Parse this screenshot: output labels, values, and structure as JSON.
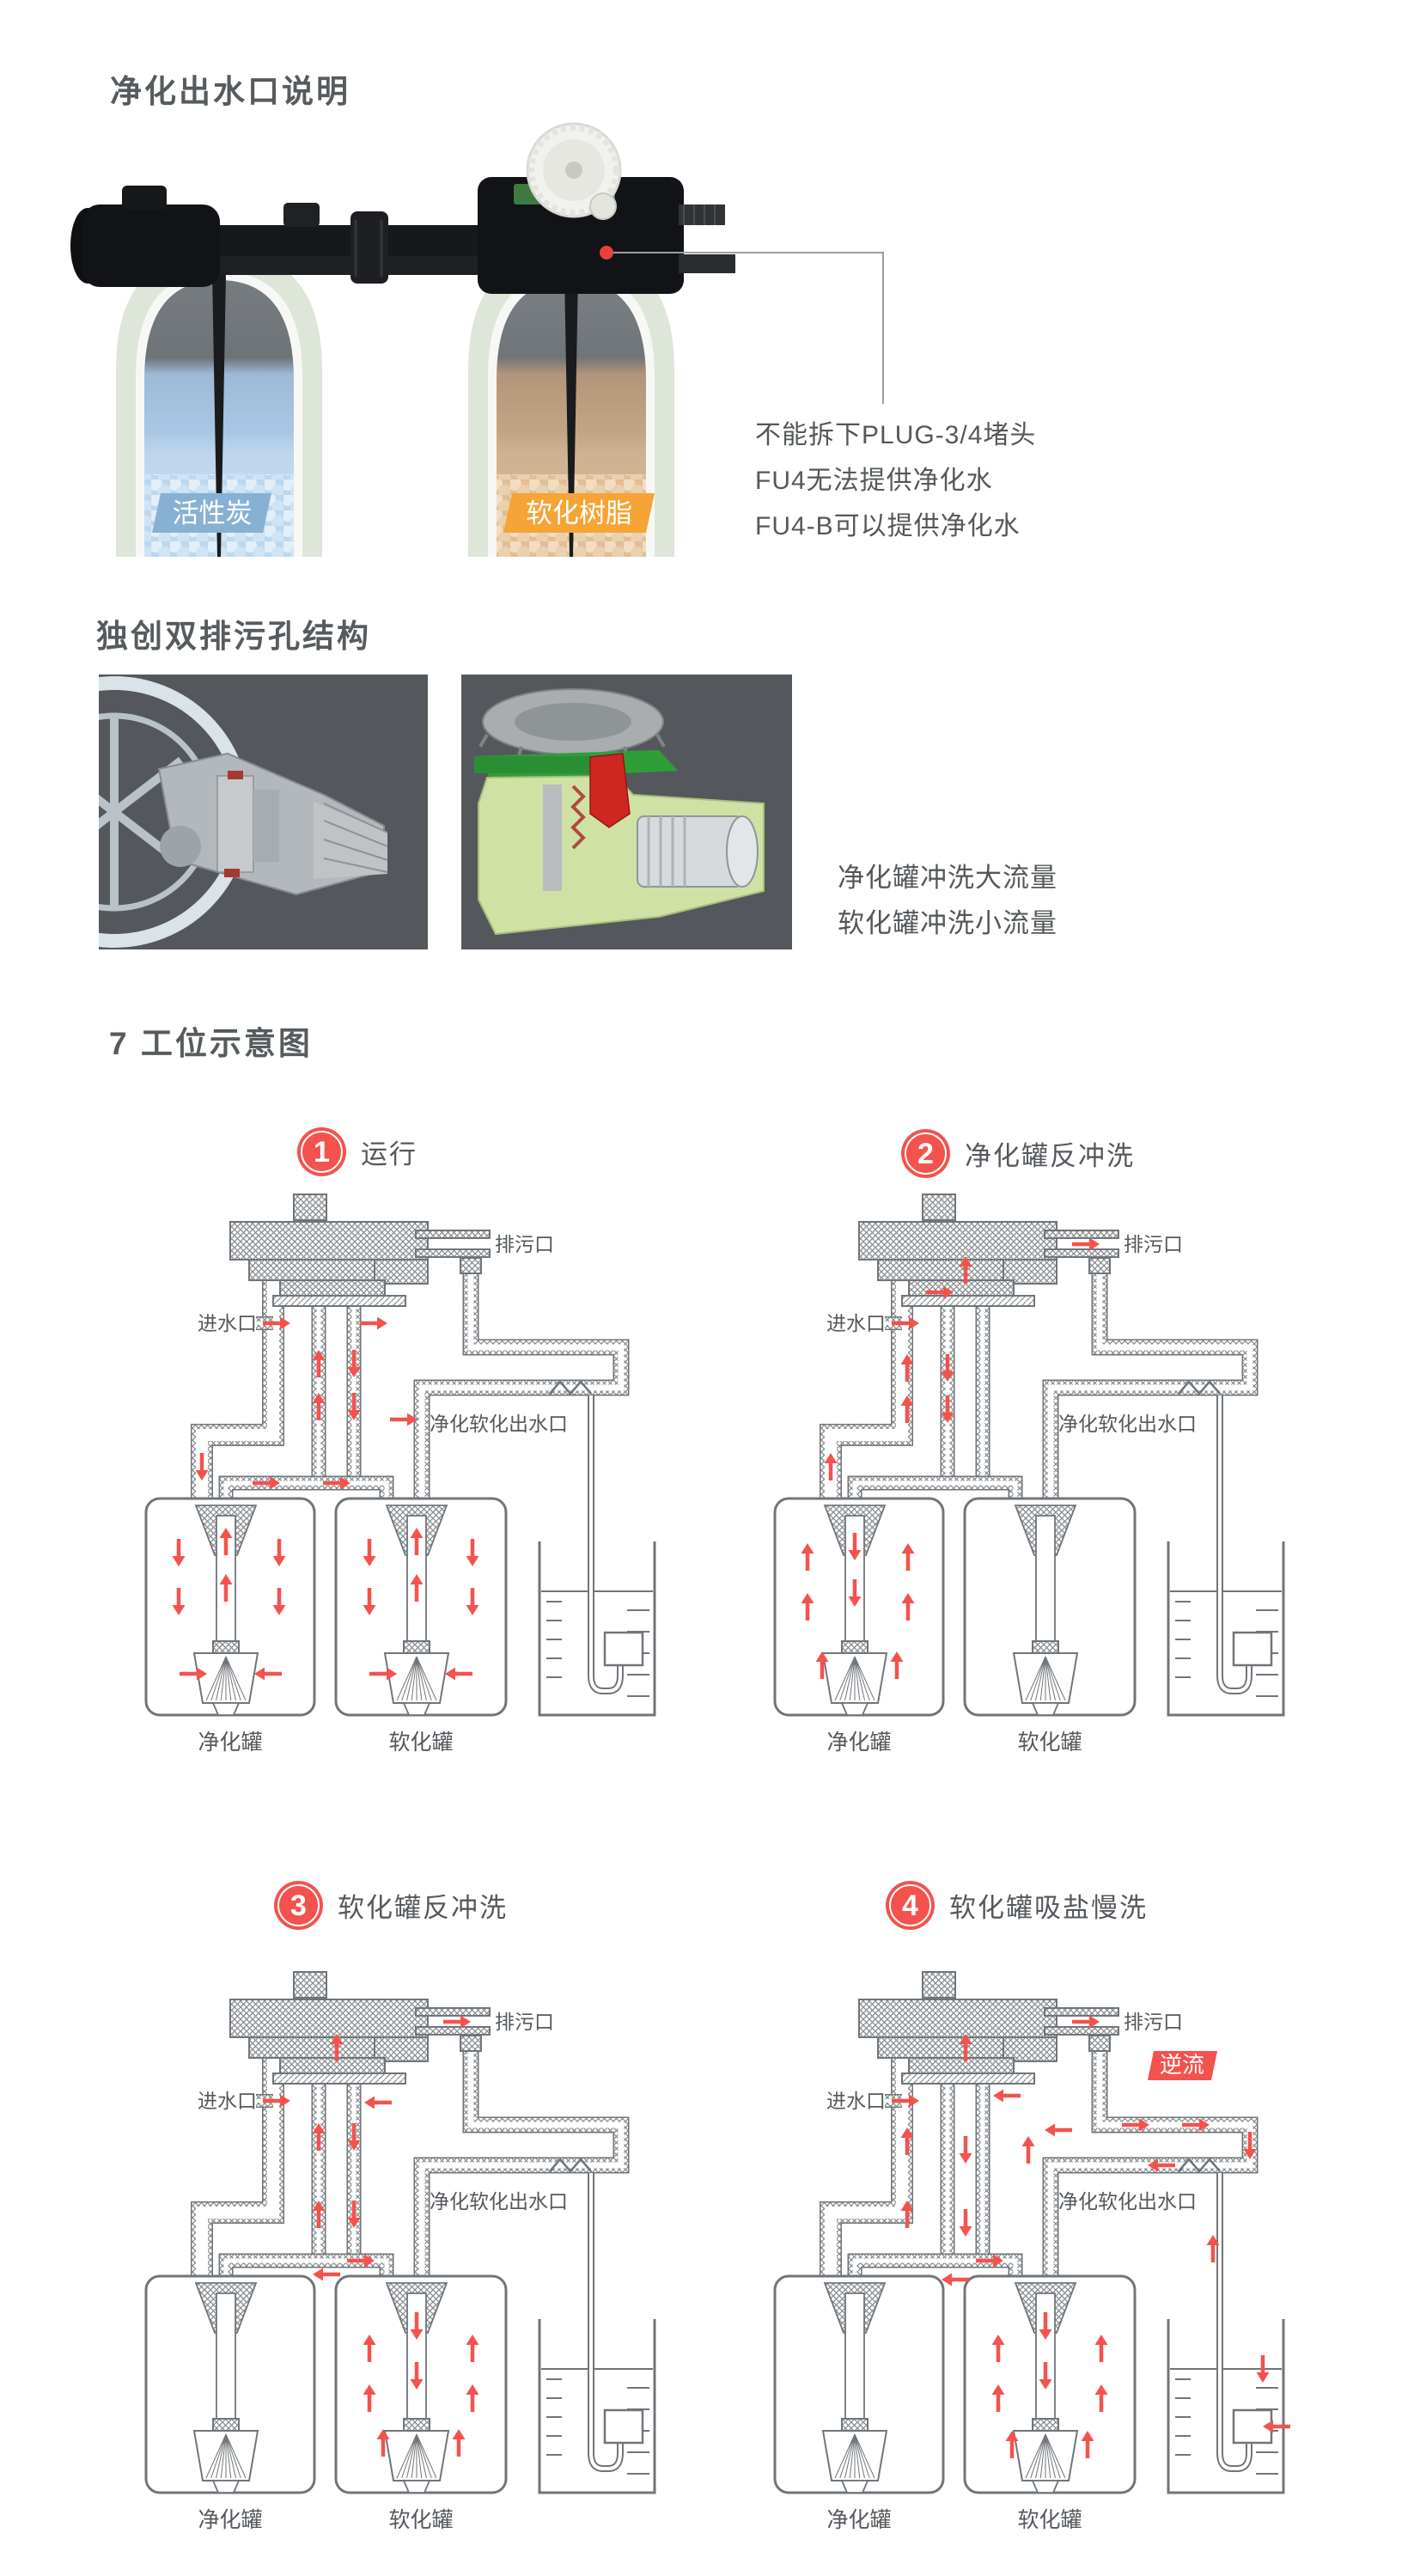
{
  "colors": {
    "accent_red": "#f4524d",
    "title_gray": "#565b5e",
    "label_gray": "#55595d",
    "line_gray": "#70757a",
    "cad_box_bg": "#54585c",
    "badge_blue": "#87b1d3",
    "badge_orange": "#f5a435"
  },
  "section1": {
    "title": "净化出水口说明",
    "tank_left_label": "活性炭",
    "tank_right_label": "软化树脂",
    "note_lines": {
      "l1": "不能拆下PLUG-3/4堵头",
      "l2": "FU4无法提供净化水",
      "l3": "FU4-B可以提供净化水"
    }
  },
  "section2": {
    "title": "独创双排污孔结构",
    "note_lines": {
      "l1": "净化罐冲洗大流量",
      "l2": "软化罐冲洗小流量"
    }
  },
  "section3": {
    "title": "7 工位示意图",
    "diagram_labels": {
      "drain": "排污口",
      "inlet": "进水口",
      "outlet": "净化软化出水口",
      "tank_purify": "净化罐",
      "tank_soften": "软化罐"
    },
    "panels": [
      {
        "num": "1",
        "title": "运行",
        "badge": null,
        "arrows": [
          [
            182,
            158,
            "R"
          ],
          [
            295,
            158,
            "R"
          ],
          [
            231,
            205,
            "U"
          ],
          [
            231,
            255,
            "U"
          ],
          [
            272,
            205,
            "D"
          ],
          [
            272,
            255,
            "D"
          ],
          [
            95,
            325,
            "D"
          ],
          [
            170,
            344,
            "R"
          ],
          [
            252,
            344,
            "R"
          ],
          [
            330,
            270,
            "R"
          ],
          [
            68,
            425,
            "D"
          ],
          [
            68,
            482,
            "D"
          ],
          [
            123,
            412,
            "U"
          ],
          [
            123,
            466,
            "U"
          ],
          [
            185,
            425,
            "D"
          ],
          [
            185,
            482,
            "D"
          ],
          [
            85,
            566,
            "R"
          ],
          [
            172,
            566,
            "L"
          ],
          [
            290,
            425,
            "D"
          ],
          [
            290,
            482,
            "D"
          ],
          [
            345,
            412,
            "U"
          ],
          [
            345,
            466,
            "U"
          ],
          [
            410,
            425,
            "D"
          ],
          [
            410,
            482,
            "D"
          ],
          [
            306,
            566,
            "R"
          ],
          [
            394,
            566,
            "L"
          ]
        ]
      },
      {
        "num": "2",
        "title": "净化罐反冲洗",
        "badge": null,
        "arrows": [
          [
            182,
            158,
            "R"
          ],
          [
            392,
            66,
            "R"
          ],
          [
            252,
            96,
            "U"
          ],
          [
            222,
            122,
            "R"
          ],
          [
            184,
            210,
            "U"
          ],
          [
            184,
            258,
            "U"
          ],
          [
            231,
            210,
            "D"
          ],
          [
            231,
            258,
            "D"
          ],
          [
            95,
            325,
            "U"
          ],
          [
            68,
            430,
            "U"
          ],
          [
            68,
            488,
            "U"
          ],
          [
            123,
            418,
            "D"
          ],
          [
            123,
            472,
            "D"
          ],
          [
            185,
            430,
            "U"
          ],
          [
            185,
            488,
            "U"
          ],
          [
            85,
            556,
            "U"
          ],
          [
            172,
            556,
            "U"
          ]
        ]
      },
      {
        "num": "3",
        "title": "软化罐反冲洗",
        "badge": null,
        "arrows": [
          [
            182,
            158,
            "R"
          ],
          [
            392,
            66,
            "R"
          ],
          [
            252,
            96,
            "U"
          ],
          [
            300,
            160,
            "L"
          ],
          [
            231,
            200,
            "U"
          ],
          [
            231,
            290,
            "U"
          ],
          [
            272,
            200,
            "D"
          ],
          [
            272,
            290,
            "D"
          ],
          [
            280,
            344,
            "R"
          ],
          [
            240,
            360,
            "L"
          ],
          [
            345,
            420,
            "D"
          ],
          [
            345,
            478,
            "D"
          ],
          [
            290,
            446,
            "U"
          ],
          [
            290,
            504,
            "U"
          ],
          [
            410,
            446,
            "U"
          ],
          [
            410,
            504,
            "U"
          ],
          [
            306,
            556,
            "U"
          ],
          [
            394,
            556,
            "U"
          ]
        ]
      },
      {
        "num": "4",
        "title": "软化罐吸盐慢洗",
        "badge": "逆流",
        "arrows": [
          [
            182,
            158,
            "R"
          ],
          [
            392,
            66,
            "R"
          ],
          [
            252,
            96,
            "U"
          ],
          [
            300,
            152,
            "L"
          ],
          [
            184,
            205,
            "U"
          ],
          [
            184,
            290,
            "U"
          ],
          [
            252,
            215,
            "D"
          ],
          [
            252,
            300,
            "D"
          ],
          [
            325,
            215,
            "U"
          ],
          [
            360,
            192,
            "L"
          ],
          [
            450,
            186,
            "R"
          ],
          [
            520,
            186,
            "R"
          ],
          [
            583,
            210,
            "D"
          ],
          [
            480,
            233,
            "L"
          ],
          [
            280,
            344,
            "R"
          ],
          [
            240,
            366,
            "L"
          ],
          [
            345,
            420,
            "D"
          ],
          [
            345,
            478,
            "D"
          ],
          [
            290,
            446,
            "U"
          ],
          [
            290,
            504,
            "U"
          ],
          [
            410,
            446,
            "U"
          ],
          [
            410,
            504,
            "U"
          ],
          [
            306,
            558,
            "U"
          ],
          [
            394,
            558,
            "U"
          ],
          [
            540,
            330,
            "U"
          ],
          [
            598,
            470,
            "D"
          ],
          [
            614,
            537,
            "L"
          ]
        ]
      }
    ]
  }
}
